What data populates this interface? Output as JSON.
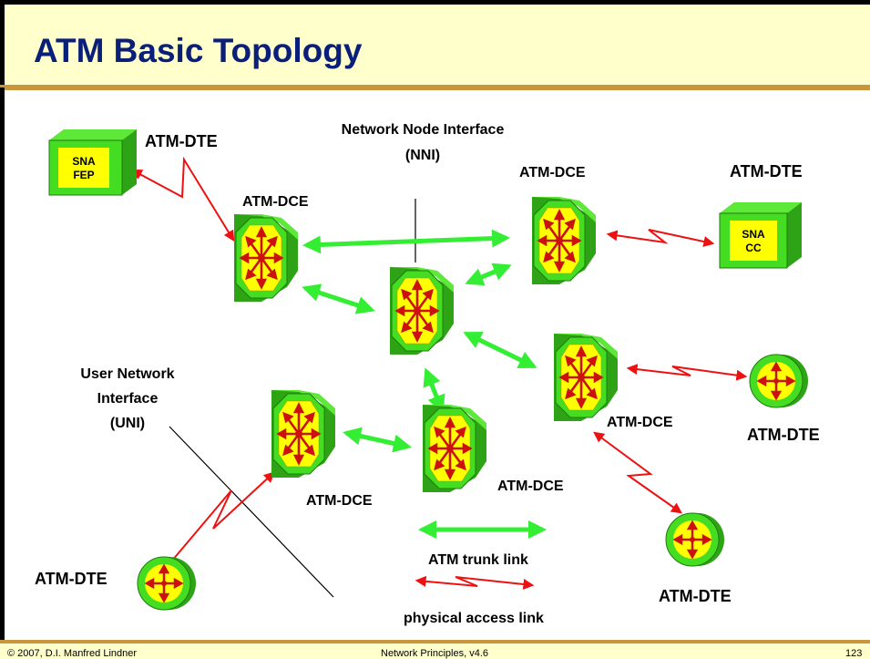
{
  "slide": {
    "title": "ATM Basic Topology",
    "footer": {
      "copyright": "© 2007, D.I. Manfred Lindner",
      "course": "Network Principles, v4.6",
      "page": "123"
    }
  },
  "labels": {
    "nni_line1": "Network Node Interface",
    "nni_line2": "(NNI)",
    "uni_line1": "User Network",
    "uni_line2": "Interface",
    "uni_line3": "(UNI)",
    "dte_top_left": "ATM-DTE",
    "dte_top_right": "ATM-DTE",
    "dte_right": "ATM-DTE",
    "dte_bottom_right": "ATM-DTE",
    "dte_bottom_left": "ATM-DTE",
    "dce_top_left": "ATM-DCE",
    "dce_top_right": "ATM-DCE",
    "dce_right": "ATM-DCE",
    "dce_bottom_middle": "ATM-DCE",
    "dce_bottom_left": "ATM-DCE",
    "sna_fep_line1": "SNA",
    "sna_fep_line2": "FEP",
    "sna_cc_line1": "SNA",
    "sna_cc_line2": "CC"
  },
  "legend": {
    "trunk": "ATM  trunk link",
    "access": "physical access link"
  },
  "colors": {
    "trunk_green": "#33ee33",
    "access_red": "#ee1111",
    "switch_green": "#44dd22",
    "switch_face": "#ffff00",
    "title_blue": "#0a1f7a",
    "rule_gold": "#c8963c",
    "title_bg": "#ffffcc"
  },
  "icons": {
    "switch": "atm-switch-icon",
    "router": "router-icon",
    "mainframe": "mainframe-device-icon"
  }
}
